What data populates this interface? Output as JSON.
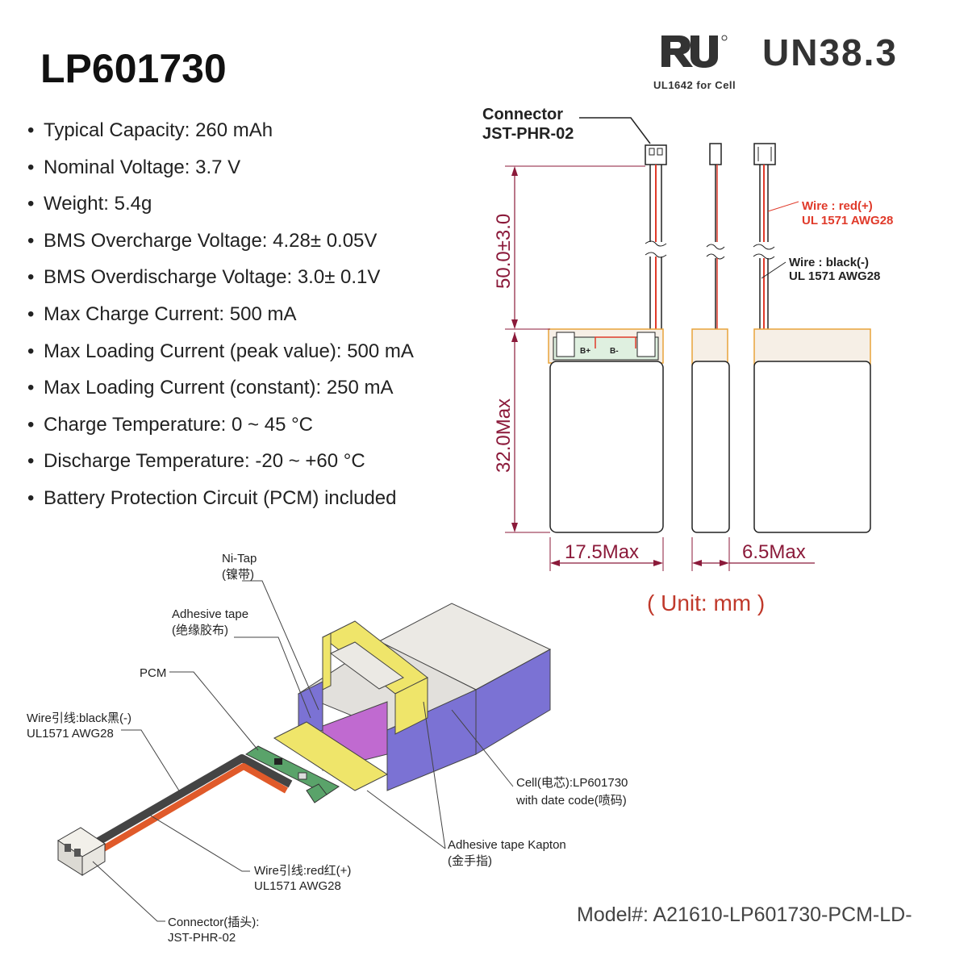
{
  "title": "LP601730",
  "specs": [
    "Typical Capacity: 260 mAh",
    "Nominal Voltage: 3.7 V",
    "Weight: 5.4g",
    "BMS Overcharge Voltage: 4.28± 0.05V",
    "BMS Overdischarge Voltage: 3.0± 0.1V",
    "Max Charge Current: 500 mA",
    "Max Loading Current (peak value): 500 mA",
    "Max Loading Current (constant): 250 mA",
    "Charge Temperature: 0 ~ 45 °C",
    "Discharge Temperature: -20 ~ +60 °C",
    "Battery Protection Circuit (PCM) included"
  ],
  "certs": {
    "ul_mark_icon": "ul-recognized-icon",
    "ul_caption": "UL1642 for Cell",
    "un": "UN38.3"
  },
  "drawing": {
    "connector_label_1": "Connector",
    "connector_label_2": "JST-PHR-02",
    "wire_red_1": "Wire : red(+)",
    "wire_red_2": "UL 1571 AWG28",
    "wire_black_1": "Wire : black(-)",
    "wire_black_2": "UL 1571 AWG28",
    "dim_lead": "50.0±3.0",
    "dim_body": "32.0Max",
    "dim_width": "17.5Max",
    "dim_thick": "6.5Max",
    "pcb_b_plus": "B+",
    "pcb_b_minus": "B-",
    "unit": "( Unit: mm )",
    "colors": {
      "dim": "#8b1a3a",
      "wire_red": "#e03a2a",
      "outline": "#222222",
      "tab": "#e8a33a"
    }
  },
  "exploded": {
    "ni_tap_1": "Ni-Tap",
    "ni_tap_2": "(镍带)",
    "adhesive_1": "Adhesive tape",
    "adhesive_2": "(绝缘胶布)",
    "pcm": "PCM",
    "wire_black_1": "Wire引线:black黑(-)",
    "wire_black_2": "UL1571 AWG28",
    "cell_1": "Cell(电芯):LP601730",
    "cell_2": "with date code(喷码)",
    "kapton_1": "Adhesive tape Kapton",
    "kapton_2": "(金手指)",
    "wire_red_1": "Wire引线:red红(+)",
    "wire_red_2": "UL1571 AWG28",
    "connector_1": "Connector(插头):",
    "connector_2": "JST-PHR-02",
    "colors": {
      "cell_side": "#7b72d4",
      "tape": "#efe56a",
      "pcm": "#5aa36a",
      "inner": "#c06ad0"
    }
  },
  "model": "Model#: A21610-LP601730-PCM-LD-"
}
